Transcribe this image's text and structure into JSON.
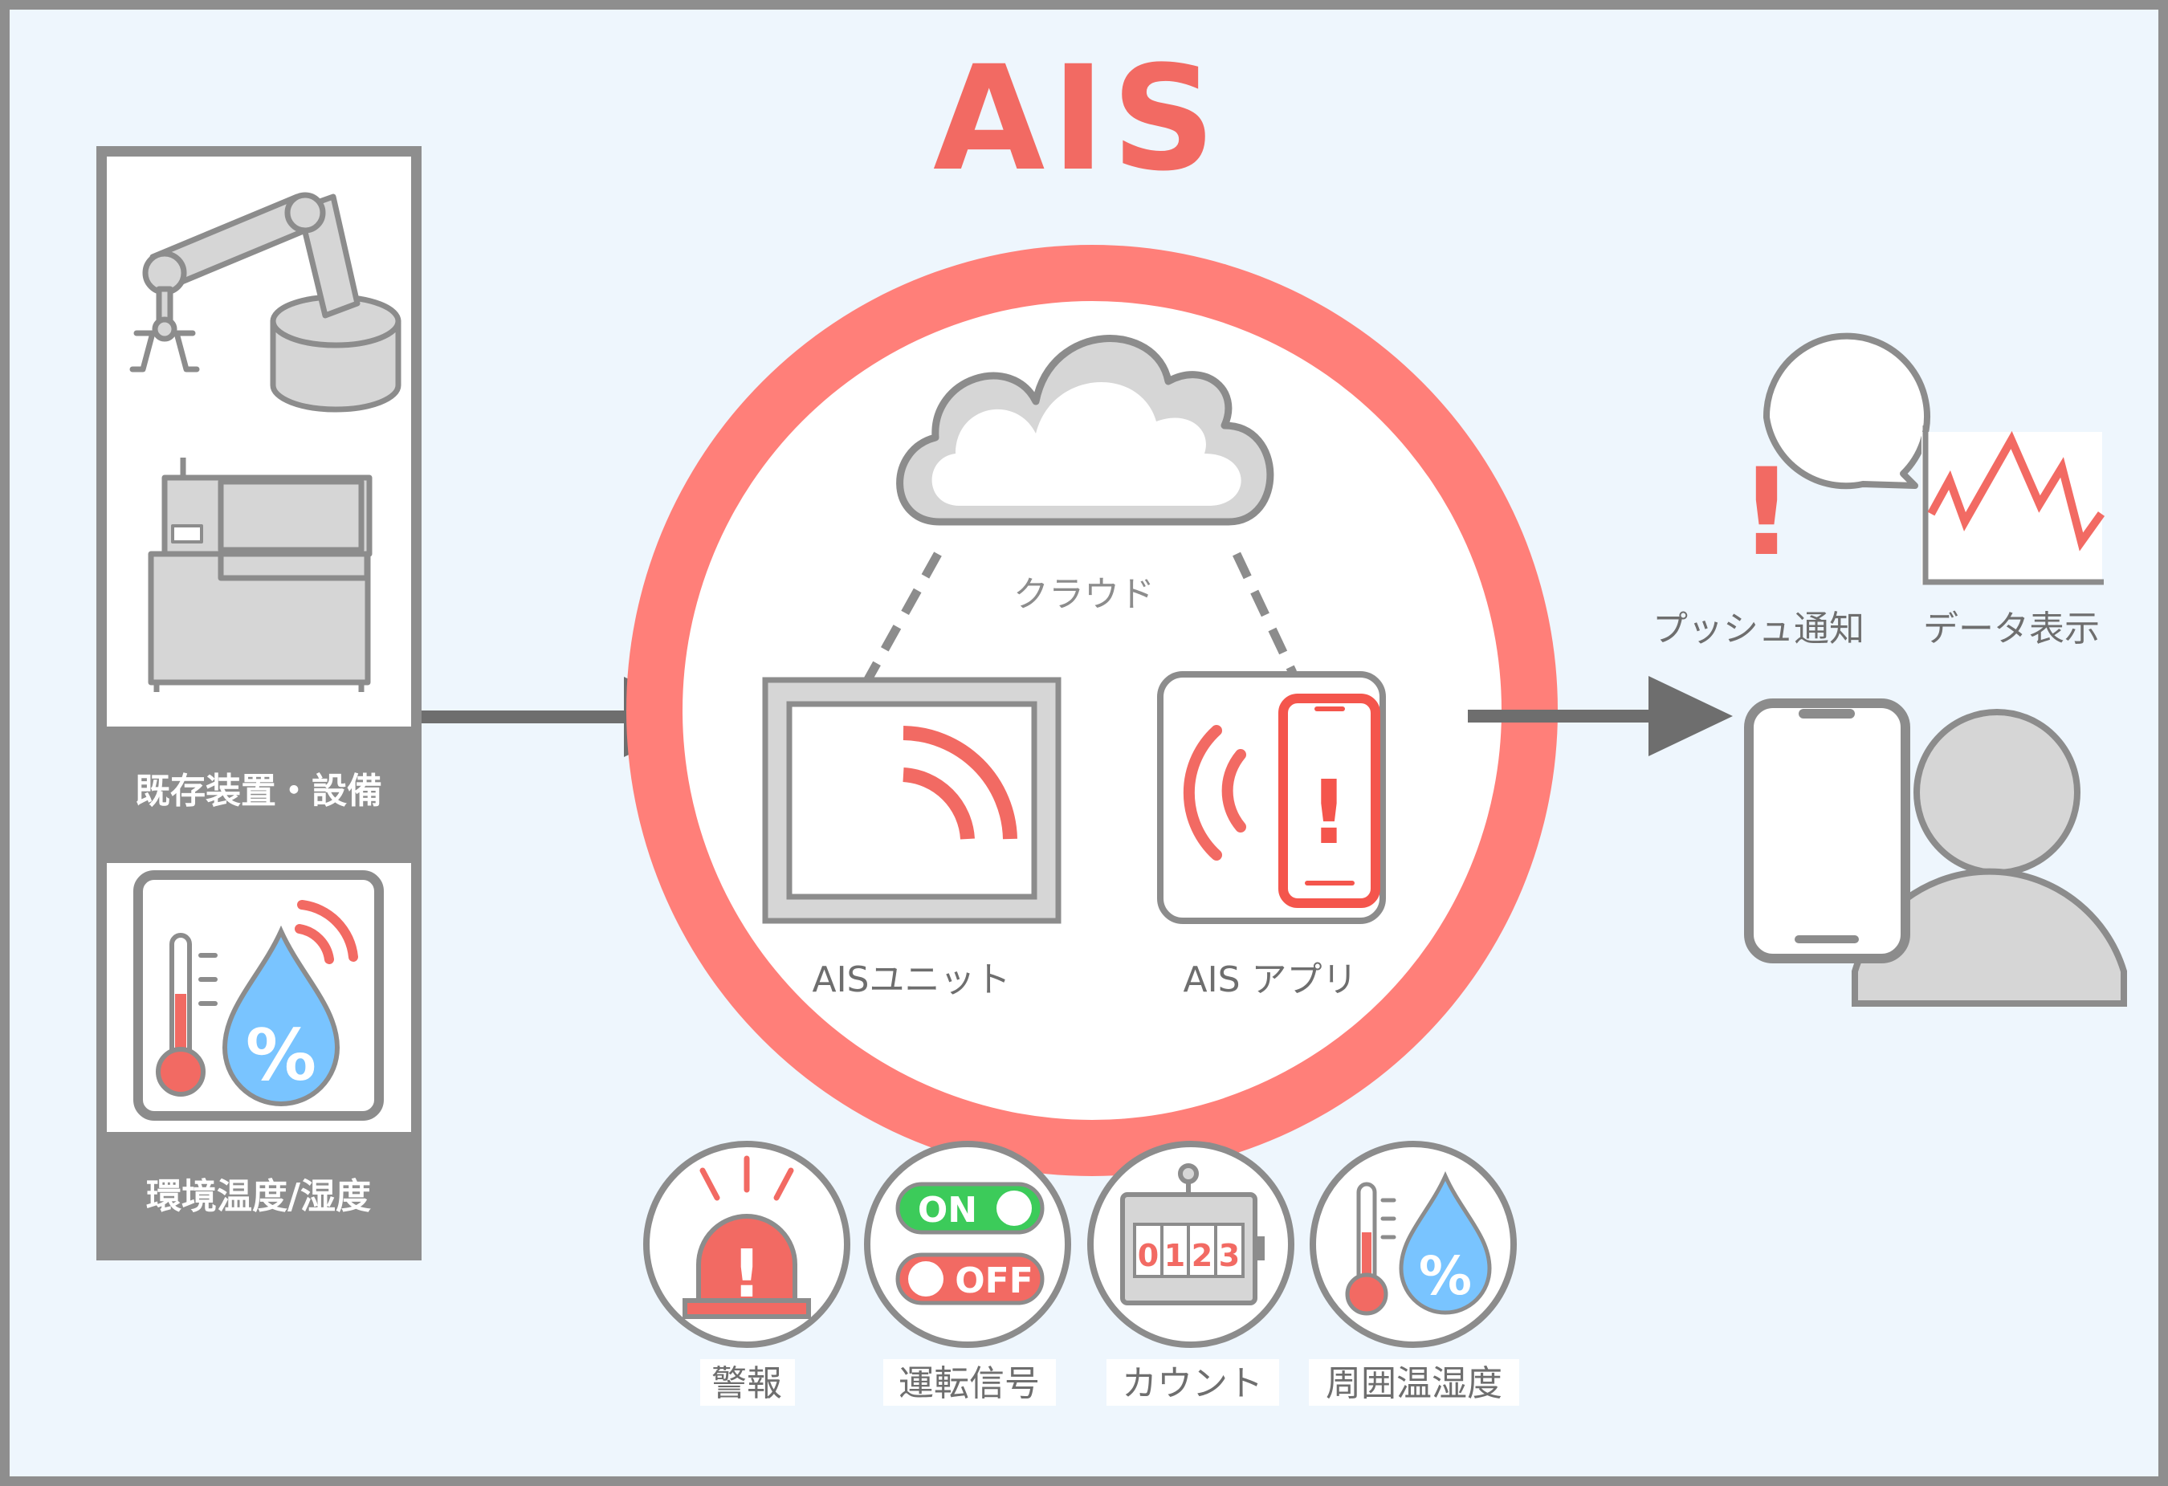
{
  "title": "AIS",
  "colors": {
    "accent": "#f26a63",
    "ring": "#ff7f79",
    "background": "#eef6fd",
    "gray": "#8c8c8c",
    "light_gray": "#d6d6d6",
    "toggle_on": "#3ccb5a",
    "water": "#79c4ff"
  },
  "left_panel": {
    "equipment_label": "既存装置・設備",
    "environment_label": "環境温度/湿度",
    "humidity_symbol": "%"
  },
  "center": {
    "cloud_label": "クラウド",
    "unit_label": "AISユニット",
    "app_label": "AIS アプリ",
    "phone_alert_symbol": "!"
  },
  "right": {
    "push_label": "プッシュ通知",
    "data_label": "データ表示",
    "alert_symbol": "!"
  },
  "features": {
    "alarm": {
      "label": "警報",
      "symbol": "!"
    },
    "signal": {
      "label": "運転信号",
      "on": "ON",
      "off": "OFF"
    },
    "count": {
      "label": "カウント",
      "digits": [
        "0",
        "1",
        "2",
        "3"
      ]
    },
    "climate": {
      "label": "周囲温湿度",
      "symbol": "%"
    }
  },
  "icons": [
    "robot-arm-icon",
    "machine-tool-icon",
    "thermometer-icon",
    "water-drop-icon",
    "wireless-signal-icon",
    "cloud-icon",
    "tablet-icon",
    "smartphone-icon",
    "speech-bubble-alert-icon",
    "line-chart-icon",
    "user-icon",
    "alarm-siren-icon",
    "toggle-switch-icon",
    "counter-icon",
    "arrow-right-icon"
  ]
}
